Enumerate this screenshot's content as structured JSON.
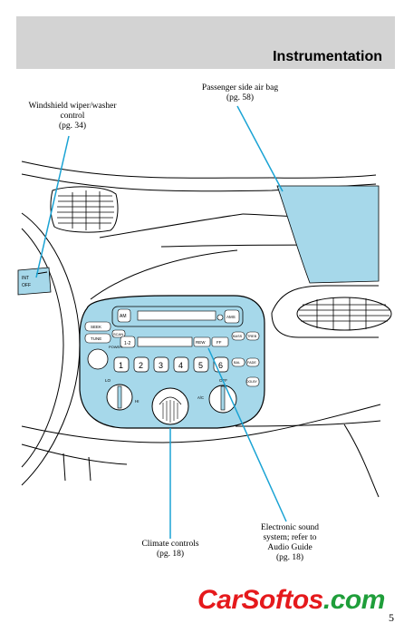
{
  "header": {
    "title": "Instrumentation"
  },
  "callouts": {
    "wiper": {
      "line1": "Windshield wiper/washer",
      "line2": "control",
      "line3": "(pg. 34)"
    },
    "airbag": {
      "line1": "Passenger side air bag",
      "line2": "(pg. 58)"
    },
    "climate": {
      "line1": "Climate controls",
      "line2": "(pg. 18)"
    },
    "audio": {
      "line1": "Electronic sound",
      "line2": "system; refer to",
      "line3": "Audio Guide",
      "line4": "(pg. 18)"
    }
  },
  "radio": {
    "am_label": "AM",
    "ams_label": "AMS",
    "seek_label": "SEEK",
    "scan_label": "SCAN",
    "tune_label": "TUNE",
    "power_label": "POWER",
    "rew_label": "REW",
    "ff_label": "FF",
    "presets": [
      "1",
      "2",
      "3",
      "4",
      "5",
      "6"
    ],
    "bass_label": "BASS",
    "treb_label": "TREB",
    "bal_label": "BAL",
    "fade_label": "FADE",
    "dolby_label": "DOLBY"
  },
  "stalk": {
    "int_label": "INT",
    "off_label": "OFF"
  },
  "climate": {
    "lo_label": "LO",
    "hi_label": "HI",
    "off_label": "OFF",
    "ac_label": "A/C"
  },
  "colors": {
    "highlight": "#a6d8ea",
    "leader": "#1aa3d4",
    "header_bg": "#d3d3d3"
  },
  "brand": {
    "part1": "CarSoftos",
    "part2": ".com"
  },
  "page_number": "5"
}
